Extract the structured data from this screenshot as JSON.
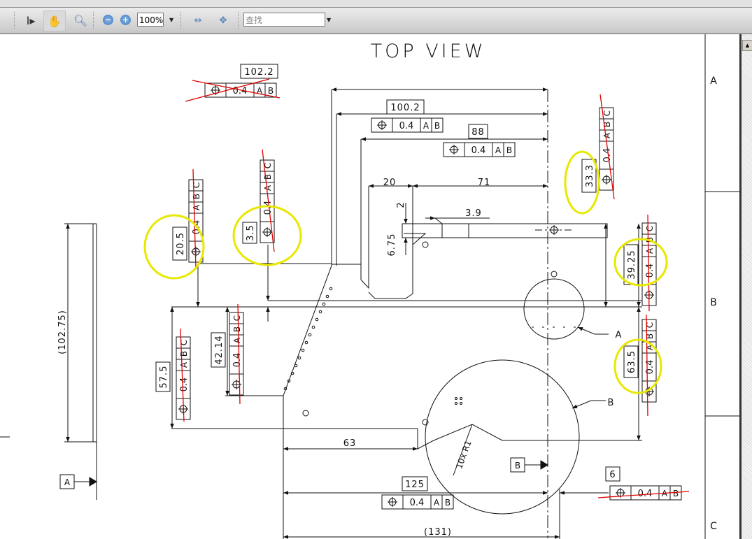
{
  "toolbar": {
    "zoom_value": "100%",
    "search_placeholder": "查找",
    "icons": [
      "select-text-icon",
      "hand-tool-icon",
      "marquee-zoom-icon",
      "zoom-out-icon",
      "zoom-in-icon",
      "fit-width-icon",
      "fit-page-icon"
    ]
  },
  "drawing": {
    "title": "TOP VIEW",
    "zones": [
      "A",
      "B",
      "C"
    ],
    "dims": [
      "102.2",
      "100.2",
      "88",
      "20",
      "71",
      "2",
      "3.9",
      "6.75",
      "20.5",
      "3.5",
      "33.3",
      "39.25",
      "63.5",
      "57.5",
      "42.14",
      "(102.75)",
      "63",
      "125",
      "(131)",
      "6",
      "10x R1"
    ],
    "datum_labels": [
      "A",
      "B"
    ],
    "leader_labels": [
      "A",
      "B"
    ],
    "fcfs": [
      {
        "symbol": "⊕",
        "tolerance": "0.4",
        "datums": [
          "A",
          "B"
        ]
      },
      {
        "symbol": "⊕",
        "tolerance": "0.4",
        "datums": [
          "A",
          "B"
        ]
      },
      {
        "symbol": "⊕",
        "tolerance": "0.4",
        "datums": [
          "A",
          "B"
        ]
      },
      {
        "symbol": "⊕",
        "tolerance": "0.4",
        "datums": [
          "A",
          "B",
          "C"
        ]
      },
      {
        "symbol": "⊕",
        "tolerance": "0.4",
        "datums": [
          "A",
          "B",
          "C"
        ]
      },
      {
        "symbol": "⊕",
        "tolerance": "0.4",
        "datums": [
          "A",
          "B",
          "C"
        ]
      },
      {
        "symbol": "⊕",
        "tolerance": "0.4",
        "datums": [
          "A",
          "B",
          "C"
        ]
      },
      {
        "symbol": "⊕",
        "tolerance": "0.4",
        "datums": [
          "A",
          "B",
          "C"
        ]
      },
      {
        "symbol": "⊕",
        "tolerance": "0.4",
        "datums": [
          "A",
          "B",
          "C"
        ]
      },
      {
        "symbol": "⊕",
        "tolerance": "0.4",
        "datums": [
          "A",
          "B",
          "C"
        ]
      },
      {
        "symbol": "⊕",
        "tolerance": "0.4",
        "datums": [
          "A",
          "B"
        ]
      },
      {
        "symbol": "⊕",
        "tolerance": "0.4",
        "datums": [
          "A",
          "B"
        ]
      }
    ],
    "colors": {
      "markup_red": "#e00000",
      "highlight_yellow": "#e8e800"
    }
  }
}
